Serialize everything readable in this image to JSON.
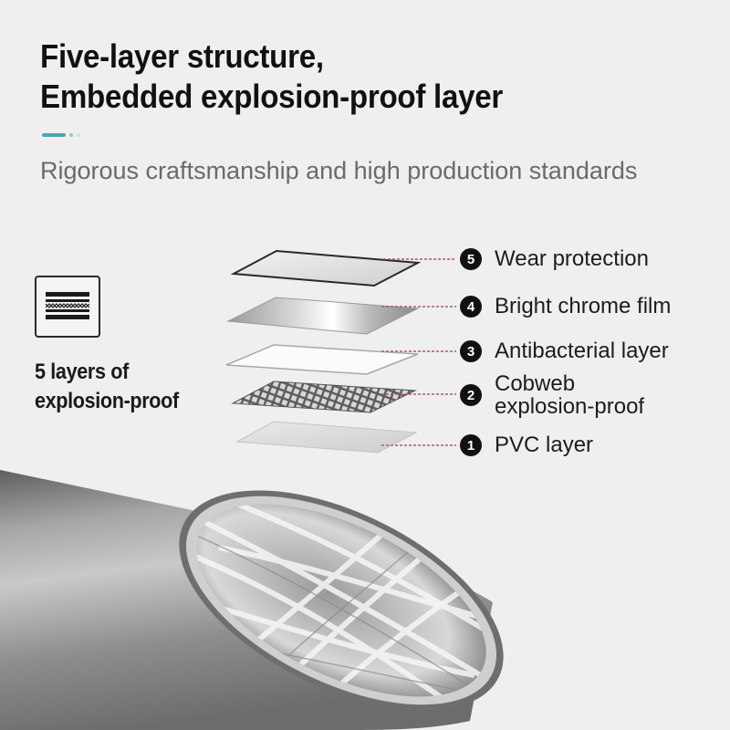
{
  "heading": {
    "line1": "Five-layer structure,",
    "line2": "Embedded explosion-proof layer"
  },
  "subtitle": "Rigorous craftsmanship and high production standards",
  "badge": {
    "icon": "layered-sheet-icon",
    "caption_line1": "5 layers of",
    "caption_line2": "explosion-proof"
  },
  "layers": [
    {
      "number": "5",
      "label_line1": "Wear protection",
      "label_line2": ""
    },
    {
      "number": "4",
      "label_line1": "Bright chrome film",
      "label_line2": ""
    },
    {
      "number": "3",
      "label_line1": "Antibacterial layer",
      "label_line2": ""
    },
    {
      "number": "2",
      "label_line1": "Cobweb",
      "label_line2": "explosion-proof"
    },
    {
      "number": "1",
      "label_line1": "PVC layer",
      "label_line2": ""
    }
  ],
  "colors": {
    "accent": "#4aa7ad",
    "leader_line": "#b0566e",
    "heading": "#111111",
    "subtitle": "#6a6a6a",
    "pipe": "#7b7b7b"
  }
}
